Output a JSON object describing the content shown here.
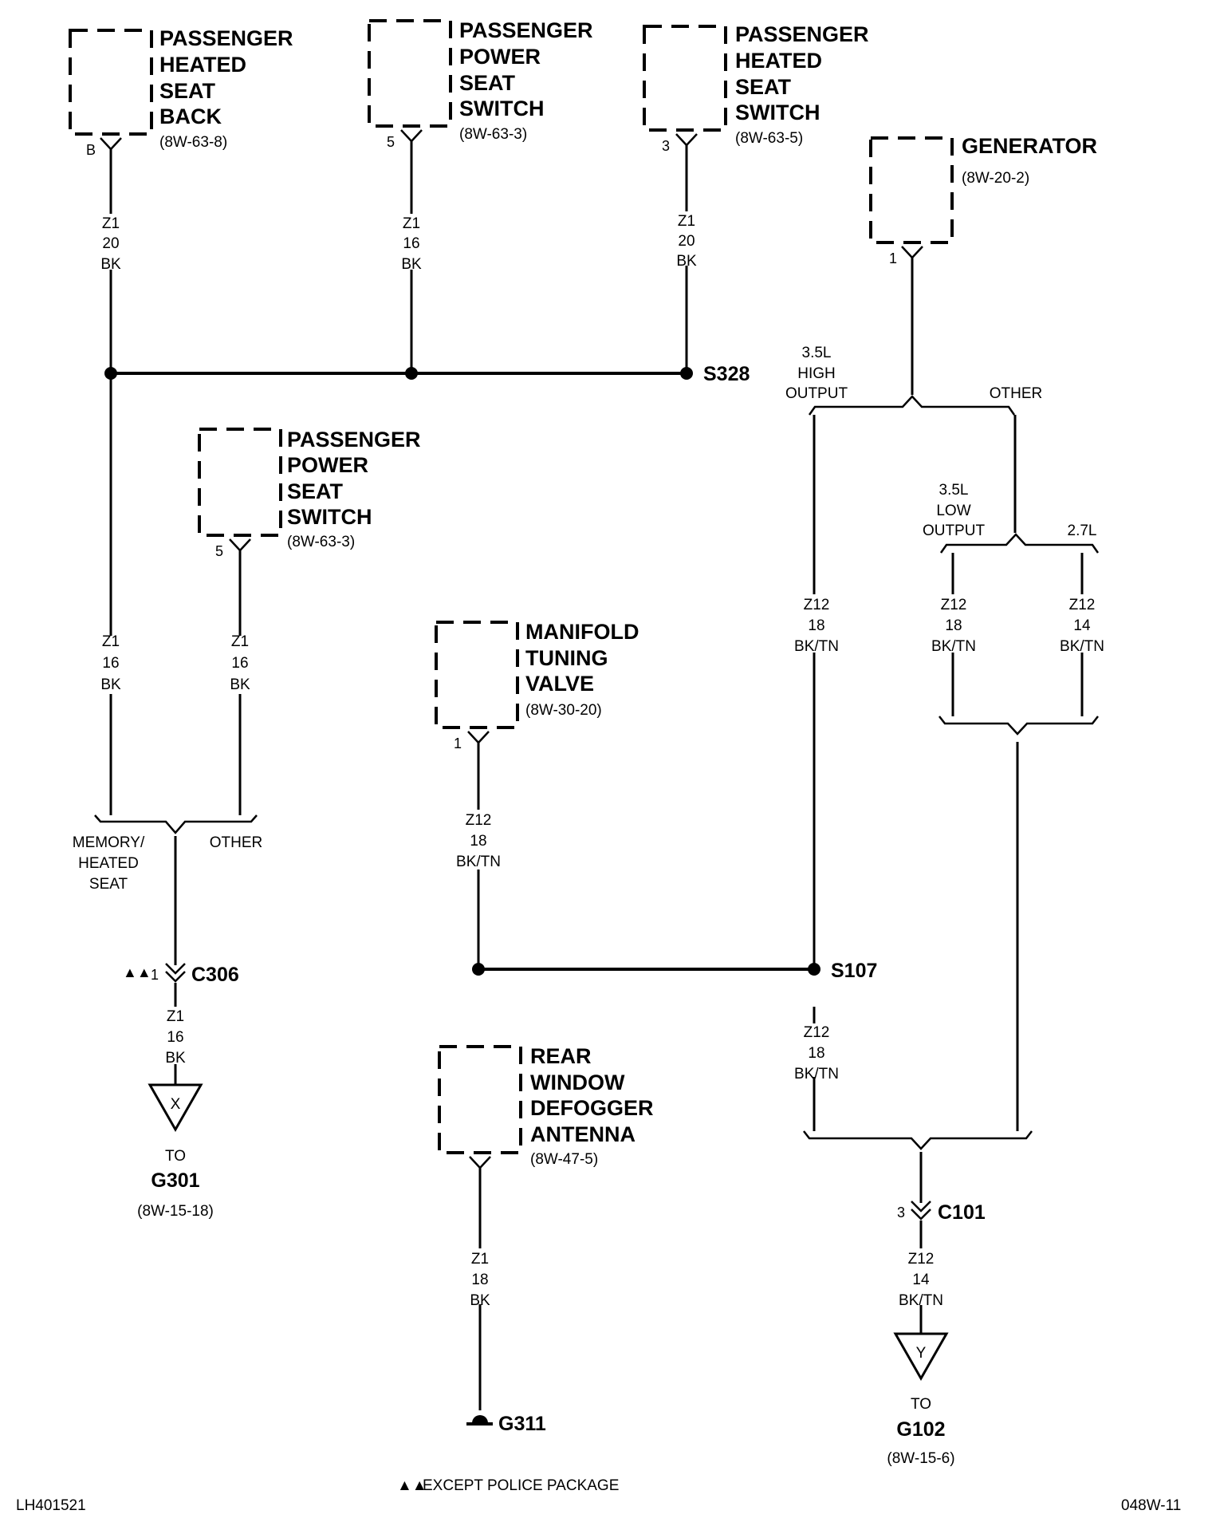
{
  "components": [
    {
      "id": "passenger-heated-seat-back",
      "lines": [
        "PASSENGER",
        "HEATED",
        "SEAT",
        "BACK"
      ],
      "ref": "(8W-63-8)",
      "pin": "B"
    },
    {
      "id": "passenger-power-seat-switch-top",
      "lines": [
        "PASSENGER",
        "POWER",
        "SEAT",
        "SWITCH"
      ],
      "ref": "(8W-63-3)",
      "pin": "5"
    },
    {
      "id": "passenger-heated-seat-switch",
      "lines": [
        "PASSENGER",
        "HEATED",
        "SEAT",
        "SWITCH"
      ],
      "ref": "(8W-63-5)",
      "pin": "3"
    },
    {
      "id": "generator",
      "lines": [
        "GENERATOR"
      ],
      "ref": "(8W-20-2)",
      "pin": "1"
    },
    {
      "id": "passenger-power-seat-switch-lower",
      "lines": [
        "PASSENGER",
        "POWER",
        "SEAT",
        "SWITCH"
      ],
      "ref": "(8W-63-3)",
      "pin": "5"
    },
    {
      "id": "manifold-tuning-valve",
      "lines": [
        "MANIFOLD",
        "TUNING",
        "VALVE"
      ],
      "ref": "(8W-30-20)",
      "pin": "1"
    },
    {
      "id": "rear-window-defogger-antenna",
      "lines": [
        "REAR",
        "WINDOW",
        "DEFOGGER",
        "ANTENNA"
      ],
      "ref": "(8W-47-5)",
      "pin": ""
    }
  ],
  "wires": [
    {
      "id": "seat-back",
      "code": [
        "Z1",
        "20",
        "BK"
      ]
    },
    {
      "id": "power-seat-top",
      "code": [
        "Z1",
        "16",
        "BK"
      ]
    },
    {
      "id": "heated-switch",
      "code": [
        "Z1",
        "20",
        "BK"
      ]
    },
    {
      "id": "left-down",
      "code": [
        "Z1",
        "16",
        "BK"
      ]
    },
    {
      "id": "power-seat-lower",
      "code": [
        "Z1",
        "16",
        "BK"
      ]
    },
    {
      "id": "c306-out",
      "code": [
        "Z1",
        "16",
        "BK"
      ]
    },
    {
      "id": "manifold",
      "code": [
        "Z12",
        "18",
        "BK/TN"
      ]
    },
    {
      "id": "defogger",
      "code": [
        "Z1",
        "18",
        "BK"
      ]
    },
    {
      "id": "high-output",
      "code": [
        "Z12",
        "18",
        "BK/TN"
      ]
    },
    {
      "id": "low-output",
      "code": [
        "Z12",
        "18",
        "BK/TN"
      ]
    },
    {
      "id": "two-seven",
      "code": [
        "Z12",
        "14",
        "BK/TN"
      ]
    },
    {
      "id": "s107-down",
      "code": [
        "Z12",
        "18",
        "BK/TN"
      ]
    },
    {
      "id": "c101-out",
      "code": [
        "Z12",
        "14",
        "BK/TN"
      ]
    }
  ],
  "splices": {
    "s328": "S328",
    "s107": "S107"
  },
  "connectors": {
    "c306": {
      "name": "C306",
      "pin": "1",
      "note_mark": "▲▲"
    },
    "c101": {
      "name": "C101",
      "pin": "3"
    }
  },
  "options": {
    "memory_heated_seat": [
      "MEMORY/",
      "HEATED",
      "SEAT"
    ],
    "other_left": "OTHER",
    "high_output": [
      "3.5L",
      "HIGH",
      "OUTPUT"
    ],
    "other_right": "OTHER",
    "low_output": [
      "3.5L",
      "LOW",
      "OUTPUT"
    ],
    "two_seven": "2.7L"
  },
  "grounds": {
    "g301": {
      "letter": "X",
      "to": "TO",
      "name": "G301",
      "ref": "(8W-15-18)"
    },
    "g102": {
      "letter": "Y",
      "to": "TO",
      "name": "G102",
      "ref": "(8W-15-6)"
    },
    "g311": {
      "name": "G311"
    }
  },
  "footer": {
    "left_code": "LH401521",
    "note_mark": "▲▲",
    "note": "EXCEPT POLICE PACKAGE",
    "right_code": "048W-11"
  }
}
